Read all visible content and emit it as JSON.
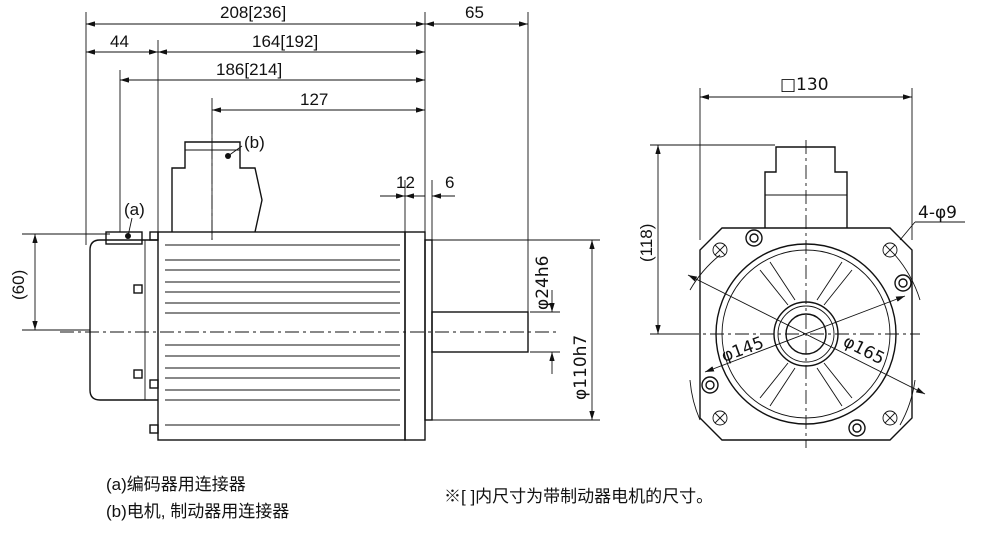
{
  "dimensions": {
    "overall_length": "208[236]",
    "shaft_length": "65",
    "encoder_length": "44",
    "body_length": "164[192]",
    "connector_a_offset": "186[214]",
    "connector_b_offset": "127",
    "flange_thickness": "12",
    "spigot_depth": "6",
    "connector_a_height": "(60)",
    "shaft_diameter": "φ24h6",
    "spigot_diameter": "φ110h7",
    "flange_square": "□130",
    "connector_b_height": "(118)",
    "mounting_holes": "4-φ9",
    "inner_circle": "φ145",
    "bolt_circle": "φ165"
  },
  "callouts": {
    "a": "(a)",
    "b": "(b)"
  },
  "notes": {
    "note_a": "(a)编码器用连接器",
    "note_b": "(b)电机, 制动器用连接器",
    "bracket_note": "※[ ]内尺寸为带制动器电机的尺寸。"
  }
}
